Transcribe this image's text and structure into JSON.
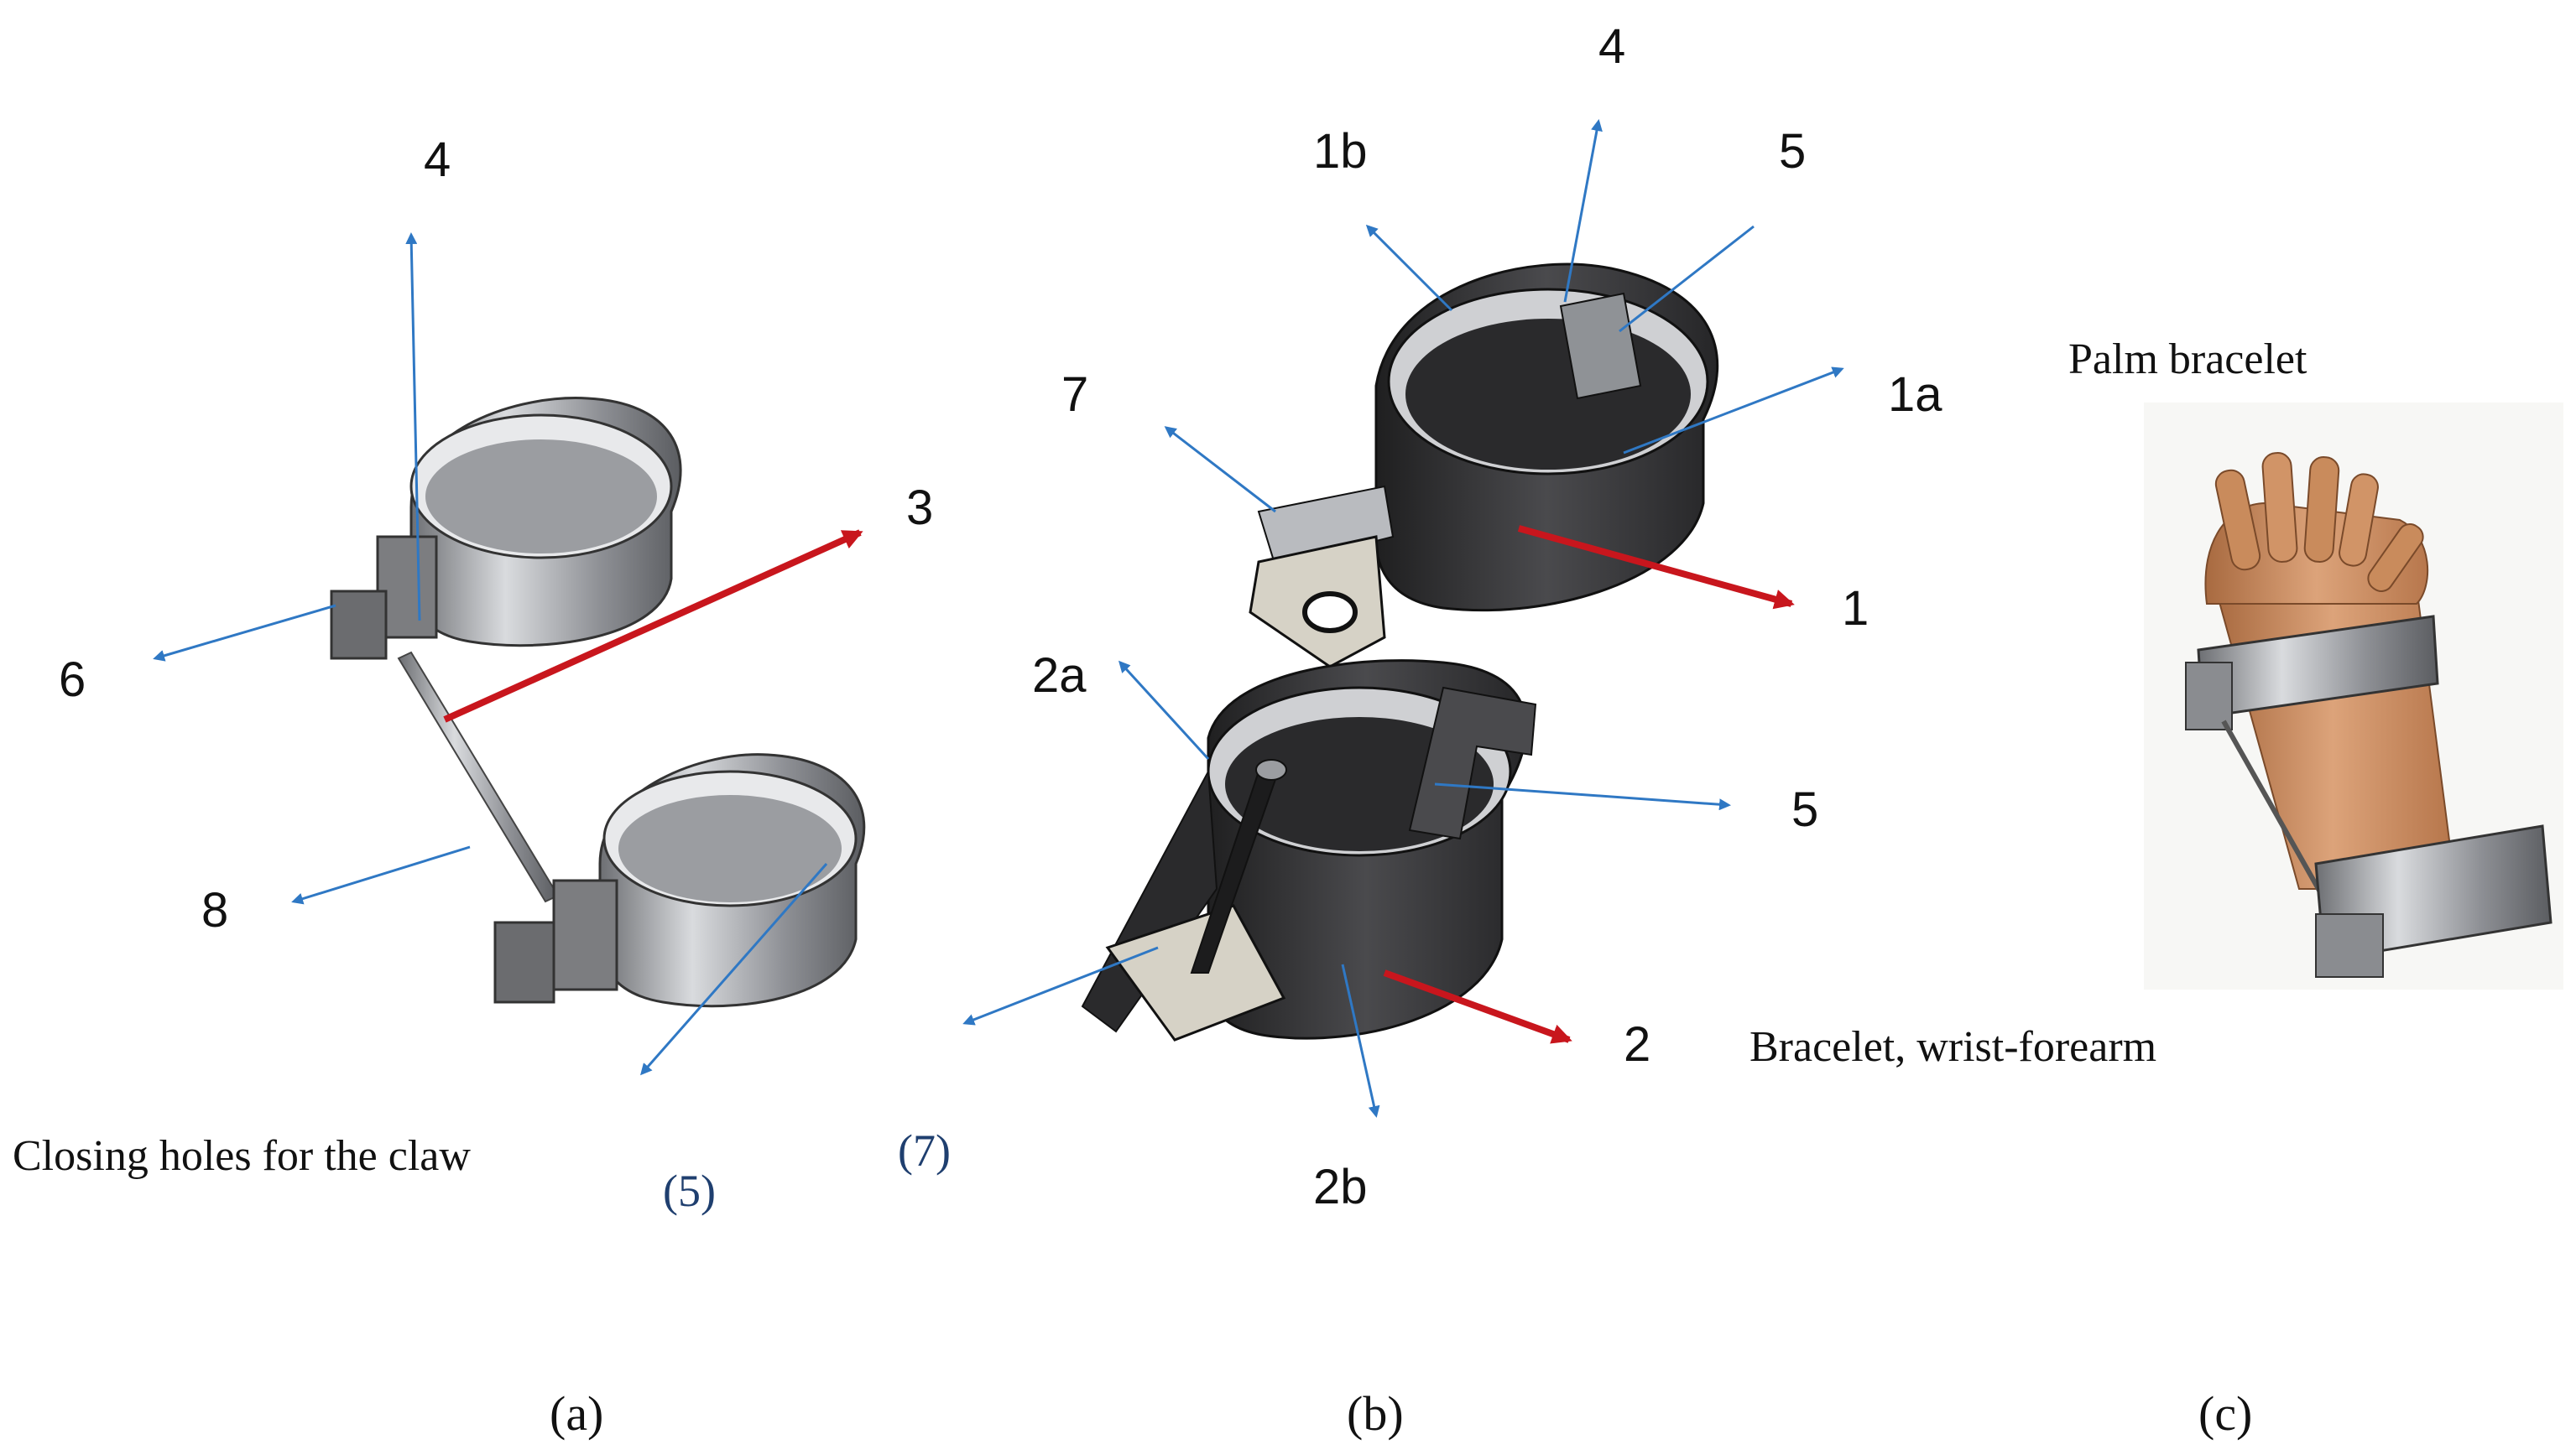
{
  "colors": {
    "leader_blue": "#2f78c4",
    "main_red": "#c8161d",
    "metal_light": "#c9ccd1",
    "metal_dark": "#3b3b3d",
    "skin": "#c98b5c"
  },
  "panel_a": {
    "labels": {
      "l4": "4",
      "l3": "3",
      "l6": "6",
      "l8": "8"
    },
    "note": "Closing holes for the claw",
    "note_ref": "(5)",
    "caption": "(a)"
  },
  "panel_b": {
    "labels": {
      "l4": "4",
      "l1b": "1b",
      "l5_top": "5",
      "l7": "7",
      "l1a": "1a",
      "l1": "1",
      "l2a": "2a",
      "l5_bottom": "5",
      "l2": "2",
      "l2b": "2b"
    },
    "note_ref": "(7)",
    "caption": "(b)"
  },
  "panel_c": {
    "palm_label": "Palm bracelet",
    "wrist_label": "Bracelet, wrist-forearm",
    "caption": "(c)"
  }
}
